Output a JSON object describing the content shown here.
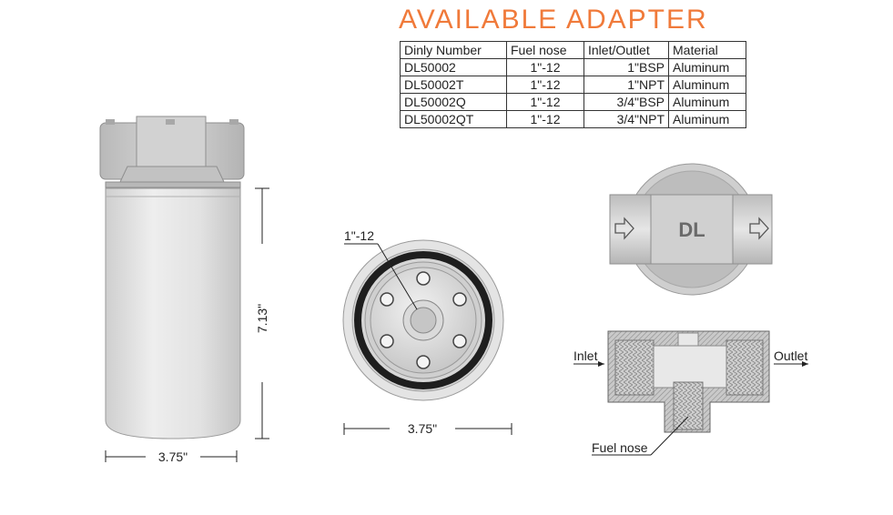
{
  "title": "AVAILABLE  ADAPTER",
  "table": {
    "headers": [
      "Dinly Number",
      "Fuel nose",
      "Inlet/Outlet",
      "Material"
    ],
    "rows": [
      [
        "DL50002",
        "1\"-12",
        "1\"BSP",
        "Aluminum"
      ],
      [
        "DL50002T",
        "1\"-12",
        "1\"NPT",
        "Aluminum"
      ],
      [
        "DL50002Q",
        "1\"-12",
        "3/4\"BSP",
        "Aluminum"
      ],
      [
        "DL50002QT",
        "1\"-12",
        "3/4\"NPT",
        "Aluminum"
      ]
    ]
  },
  "side_view": {
    "height_label": "7.13\"",
    "width_label": "3.75\""
  },
  "bottom_view": {
    "thread_label": "1\"-12",
    "width_label": "3.75\""
  },
  "head_view": {
    "logo_text": "DL"
  },
  "section_view": {
    "inlet_label": "Inlet",
    "outlet_label": "Outlet",
    "fuel_nose_label": "Fuel nose"
  },
  "colors": {
    "accent": "#f07a3a",
    "body": "#d8d8d8",
    "dark_ring": "#1e1e1e",
    "section_hatch": "#9a9a9a"
  }
}
